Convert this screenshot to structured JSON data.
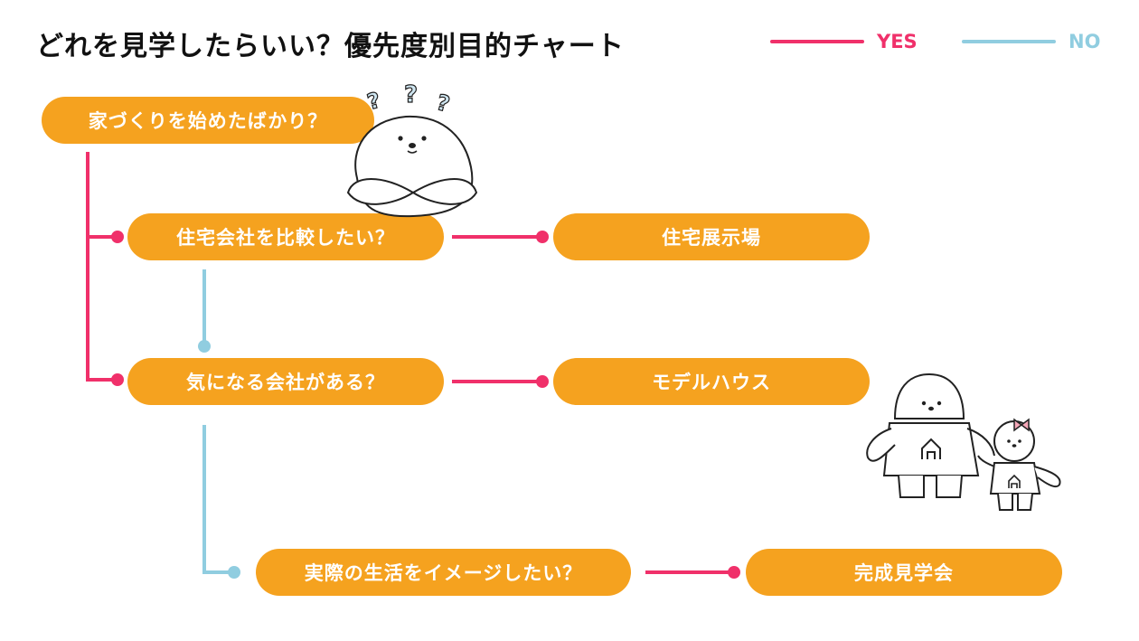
{
  "title": "どれを見学したらいい？優先度別目的チャート",
  "legend": {
    "yes": {
      "label": "YES",
      "color": "#f0306a"
    },
    "no": {
      "label": "NO",
      "color": "#90cde0"
    }
  },
  "node_color": "#f5a21f",
  "nodes": {
    "q1": "家づくりを始めたばかり？",
    "q2": "住宅会社を比較したい？",
    "q3": "気になる会社がある？",
    "q4": "実際の生活をイメージしたい？",
    "a1": "住宅展示場",
    "a2": "モデルハウス",
    "a3": "完成見学会"
  },
  "mascot": {
    "thinking_marks": [
      "?",
      "?",
      "?"
    ]
  },
  "links": [
    {
      "from": "q1",
      "to": "q2",
      "type": "yes"
    },
    {
      "from": "q1",
      "to": "q3",
      "type": "yes"
    },
    {
      "from": "q2",
      "to": "a1",
      "type": "yes"
    },
    {
      "from": "q2",
      "to": "q3",
      "type": "no"
    },
    {
      "from": "q3",
      "to": "a2",
      "type": "yes"
    },
    {
      "from": "q3",
      "to": "q4",
      "type": "no"
    },
    {
      "from": "q4",
      "to": "a3",
      "type": "yes"
    }
  ]
}
